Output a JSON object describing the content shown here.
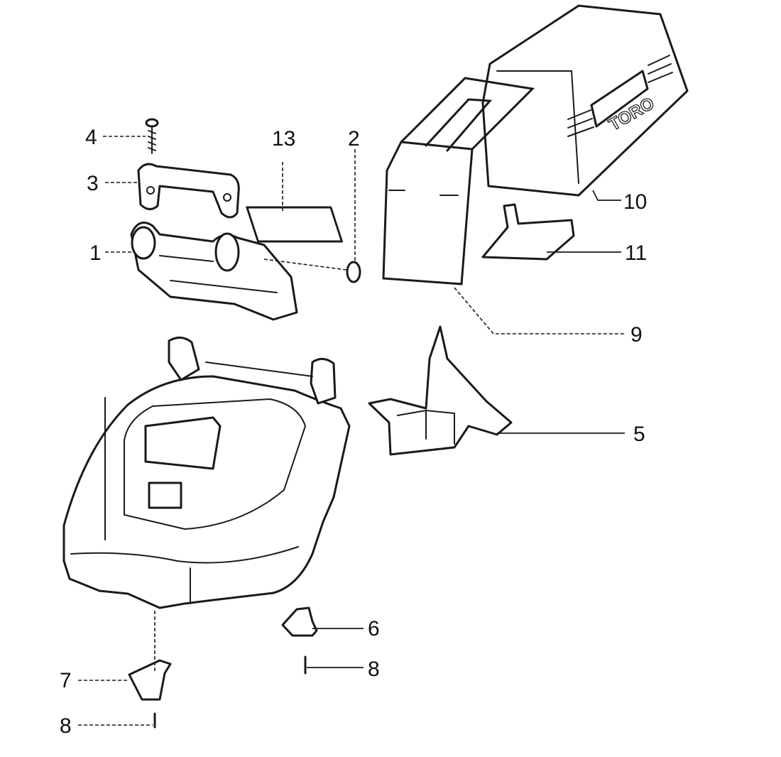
{
  "callouts": {
    "c1": "1",
    "c2": "2",
    "c3": "3",
    "c4": "4",
    "c5": "5",
    "c6": "6",
    "c7": "7",
    "c8a": "8",
    "c8b": "8",
    "c9": "9",
    "c10": "10",
    "c11": "11",
    "c13": "13"
  },
  "bag_logo": "TORO"
}
